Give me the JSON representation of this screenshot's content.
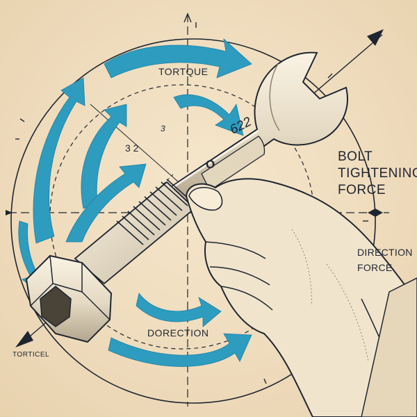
{
  "labels": {
    "torque": "TORTQUE",
    "bolt_tightening_force": [
      "BOLT",
      "TIGHTENING",
      "FORCE"
    ],
    "direction_force": [
      "DIRECTION",
      "FORCE"
    ],
    "direction": "DORECTION",
    "torticel": "TORTICEL",
    "num_3": "3",
    "num_32": "3 2",
    "wrench_marking": "622",
    "wrench_o": "O"
  },
  "colors": {
    "background": "#efdcbd",
    "arrow_blue": "#2d9cbf",
    "ink": "#1e2530",
    "metal_light": "#f3ead6",
    "metal_shadow": "#b8ad97",
    "skin": "#f1e4cc"
  },
  "icons": [
    "torque-arrow",
    "direction-arrow",
    "wrench",
    "bolt",
    "hand"
  ]
}
